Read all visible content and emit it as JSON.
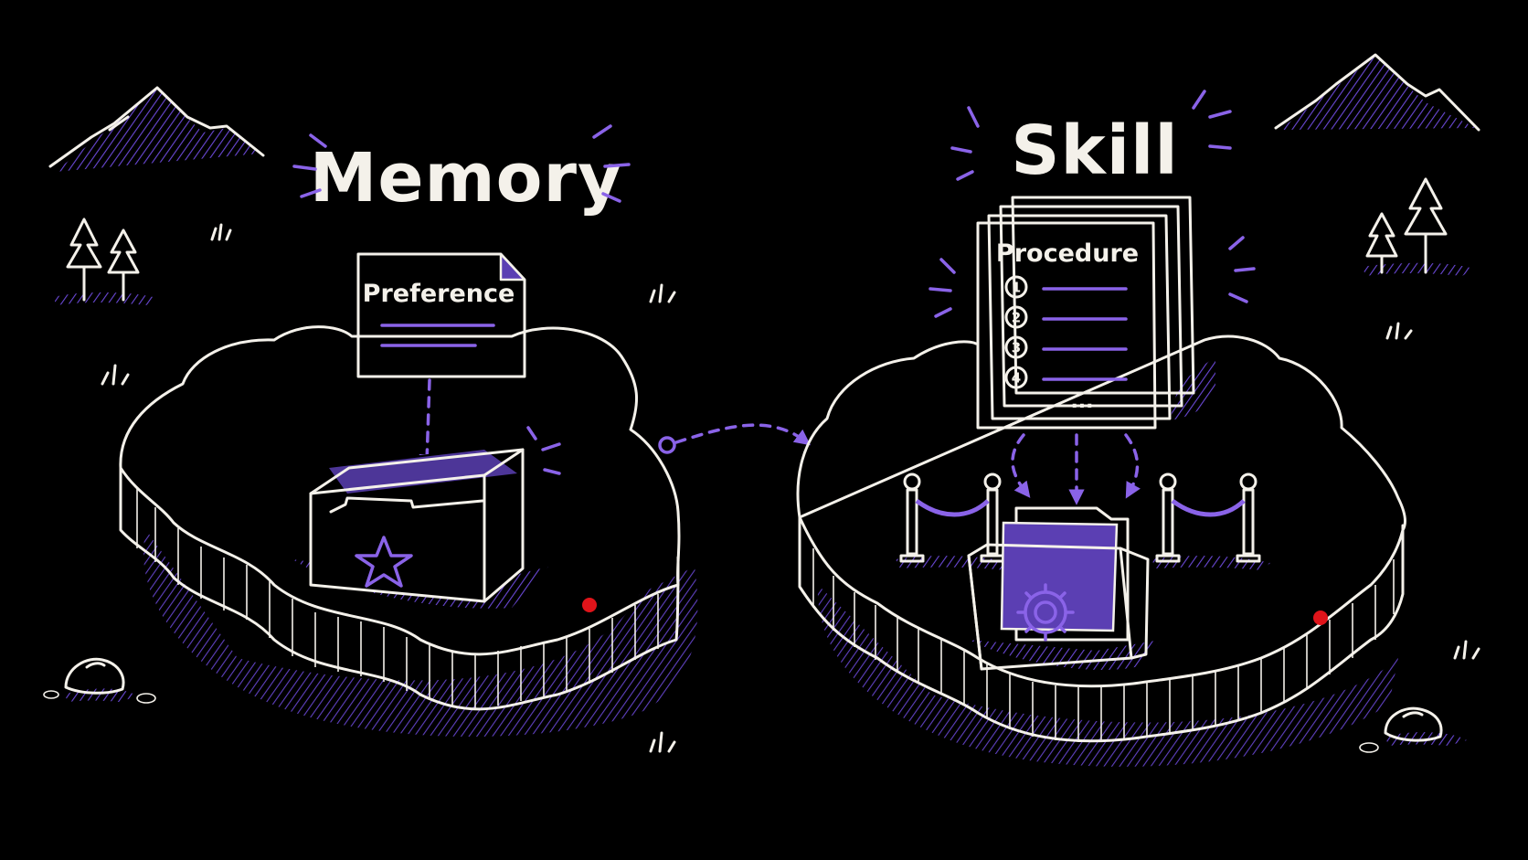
{
  "memory": {
    "title": "Memory",
    "card_label": "Preference"
  },
  "skill": {
    "title": "Skill",
    "card_label": "Procedure",
    "steps": [
      "1",
      "2",
      "3",
      "4"
    ],
    "ellipsis": "..."
  },
  "colors": {
    "background": "#000000",
    "line": "#f4f1ea",
    "accent": "#8a63e8",
    "marker": "#e0141a"
  }
}
